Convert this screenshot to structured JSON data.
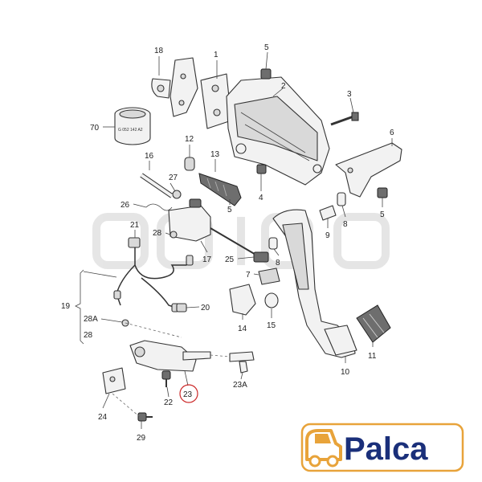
{
  "diagram": {
    "part_numbers": {
      "p1": "1",
      "p2": "2",
      "p3": "3",
      "p4": "4",
      "p5a": "5",
      "p5b": "5",
      "p5c": "5",
      "p6": "6",
      "p7": "7",
      "p8a": "8",
      "p8b": "8",
      "p9": "9",
      "p10": "10",
      "p11": "11",
      "p12": "12",
      "p13": "13",
      "p14": "14",
      "p15": "15",
      "p16": "16",
      "p17": "17",
      "p18": "18",
      "p19": "19",
      "p20": "20",
      "p21": "21",
      "p22": "22",
      "p23": "23",
      "p23a": "23A",
      "p24": "24",
      "p25": "25",
      "p26": "26",
      "p27": "27",
      "p28": "28",
      "p28a": "28A",
      "p28b": "28",
      "p29": "29",
      "p70": "70"
    },
    "highlighted_part": "23",
    "part_stamp": "G 052 142 A2"
  },
  "brand": {
    "logo_text": "Palca",
    "accent_color": "#e8a33a",
    "text_color": "#1a2f7a",
    "logo_icon": "delivery-truck-icon"
  }
}
